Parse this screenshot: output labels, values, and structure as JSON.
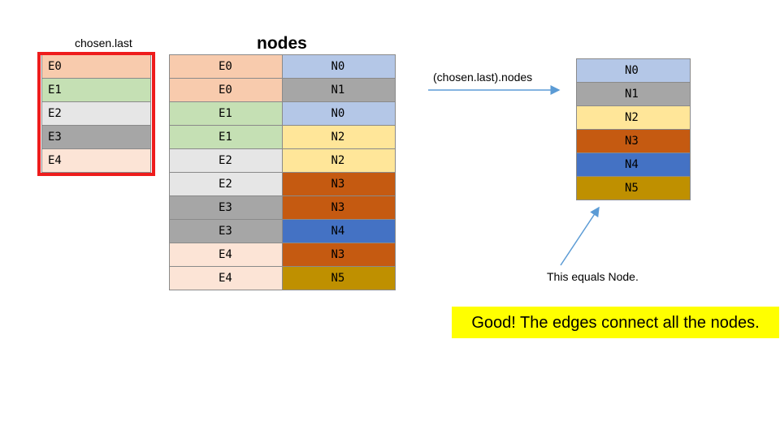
{
  "colors": {
    "E0": "#f8cbad",
    "E1": "#c5e0b4",
    "E2": "#e6e6e6",
    "E3": "#a6a6a6",
    "E4": "#fce4d6",
    "N0": "#b4c7e7",
    "N1": "#a6a6a6",
    "N2": "#ffe699",
    "N3": "#c55a11",
    "N4": "#4472c4",
    "N5": "#bf9000",
    "highlight": "#ee1c1c",
    "arrow": "#5b9bd5"
  },
  "chosen_label": "chosen.last",
  "nodes_label": "nodes",
  "chosen_last": [
    "E0",
    "E1",
    "E2",
    "E3",
    "E4"
  ],
  "nodes_rows": [
    [
      "E0",
      "N0"
    ],
    [
      "E0",
      "N1"
    ],
    [
      "E1",
      "N0"
    ],
    [
      "E1",
      "N2"
    ],
    [
      "E2",
      "N2"
    ],
    [
      "E2",
      "N3"
    ],
    [
      "E3",
      "N3"
    ],
    [
      "E3",
      "N4"
    ],
    [
      "E4",
      "N3"
    ],
    [
      "E4",
      "N5"
    ]
  ],
  "result_label": "(chosen.last).nodes",
  "result_nodes": [
    "N0",
    "N1",
    "N2",
    "N3",
    "N4",
    "N5"
  ],
  "equals_note": "This equals Node.",
  "conclusion": "Good! The edges connect all the nodes."
}
